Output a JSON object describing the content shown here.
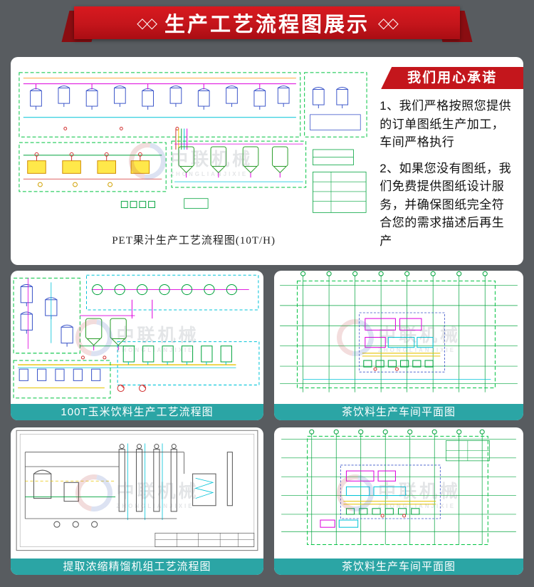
{
  "banner": {
    "title": "生产工艺流程图展示",
    "left_ornament": "◇◇",
    "right_ornament": "◇◇"
  },
  "promise": {
    "heading": "我们用心承诺",
    "items": [
      "1、我们严格按照您提供的订单图纸生产加工，车间严格执行",
      "2、如果您没有图纸，我们免费提供图纸设计服务，并确保图纸完全符合您的需求描述后再生产"
    ]
  },
  "cards": {
    "main": {
      "caption": "PET果汁生产工艺流程图(10T/H)"
    },
    "corn": {
      "caption": "100T玉米饮料生产工艺流程图"
    },
    "tea_top": {
      "caption": "茶饮料生产车间平面图"
    },
    "distill": {
      "caption": "提取浓缩精馏机组工艺流程图"
    },
    "tea_bottom": {
      "caption": "茶饮料生产车间平面图"
    }
  },
  "watermark": {
    "text": "中联机械",
    "subtext": "ZHONGLIANJIXIE"
  },
  "colors": {
    "accent_red": "#c4161c",
    "caption_teal": "#2ba5a5",
    "page_bg": "#585c60"
  }
}
